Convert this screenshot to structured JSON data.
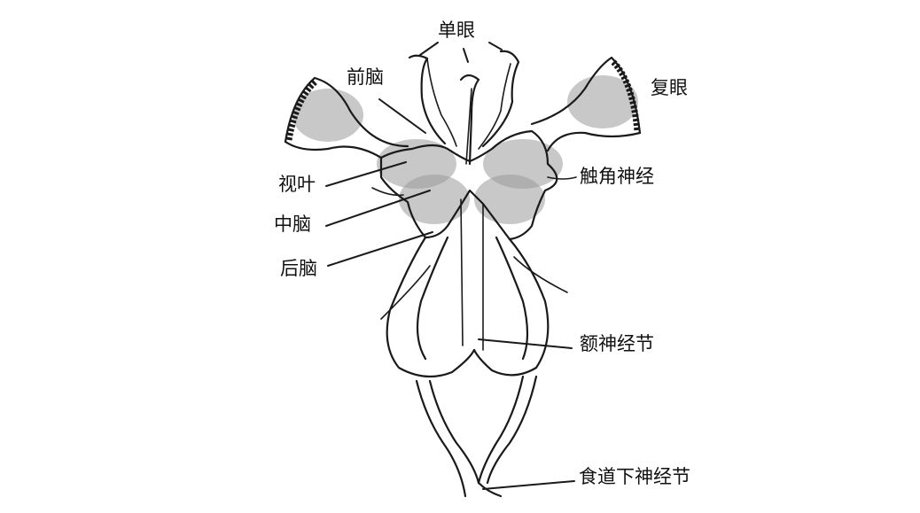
{
  "labels": {
    "ocelli": "单眼",
    "protocerebrum": "前脑",
    "compound_eye": "复眼",
    "optic_lobe": "视叶",
    "antennal_nerve": "触角神经",
    "deutocerebrum": "中脑",
    "tritocerebrum": "后脑",
    "frontal_ganglion": "额神经节",
    "subesophageal_ganglion": "食道下神经节"
  },
  "colors": {
    "line": "#1a1a1a",
    "background": "#ffffff",
    "stipple": "#9a9a9a"
  }
}
